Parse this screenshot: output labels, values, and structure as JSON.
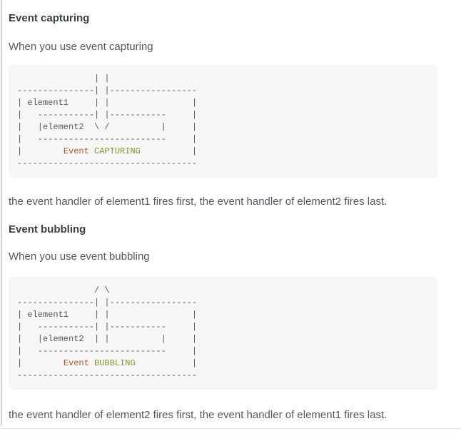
{
  "colors": {
    "event": "#ad572a",
    "mode": "#7d9b2d",
    "code_bg": "#f6f6f6",
    "code_text": "#555960",
    "heading_text": "#3b4045",
    "body_text": "#53585f",
    "left_rule": "#cfd2d6",
    "bottom_rule": "#e4e6e8"
  },
  "capturing": {
    "heading": "Event capturing",
    "intro": "When you use event capturing",
    "result": "the event handler of element1 fires first, the event handler of element2 fires last.",
    "code_lines": [
      [
        {
          "t": "               | |"
        }
      ],
      [
        {
          "t": "---------------| |-----------------"
        }
      ],
      [
        {
          "t": "| element1     | |                |"
        }
      ],
      [
        {
          "t": "|   -----------| |-----------     |"
        }
      ],
      [
        {
          "t": "|   |element2  \\ /          |     |"
        }
      ],
      [
        {
          "t": "|   -------------------------     |"
        }
      ],
      [
        {
          "t": "|        "
        },
        {
          "t": "Event",
          "hl": "event"
        },
        {
          "t": " "
        },
        {
          "t": "CAPTURING",
          "hl": "mode"
        },
        {
          "t": "          |"
        }
      ],
      [
        {
          "t": "-----------------------------------"
        }
      ]
    ]
  },
  "bubbling": {
    "heading": "Event bubbling",
    "intro": "When you use event bubbling",
    "result": "the event handler of element2 fires first, the event handler of element1 fires last.",
    "code_lines": [
      [
        {
          "t": "               / \\"
        }
      ],
      [
        {
          "t": "---------------| |-----------------"
        }
      ],
      [
        {
          "t": "| element1     | |                |"
        }
      ],
      [
        {
          "t": "|   -----------| |-----------     |"
        }
      ],
      [
        {
          "t": "|   |element2  | |          |     |"
        }
      ],
      [
        {
          "t": "|   -------------------------     |"
        }
      ],
      [
        {
          "t": "|        "
        },
        {
          "t": "Event",
          "hl": "event"
        },
        {
          "t": " "
        },
        {
          "t": "BUBBLING",
          "hl": "mode"
        },
        {
          "t": "           |"
        }
      ],
      [
        {
          "t": "-----------------------------------"
        }
      ]
    ]
  }
}
